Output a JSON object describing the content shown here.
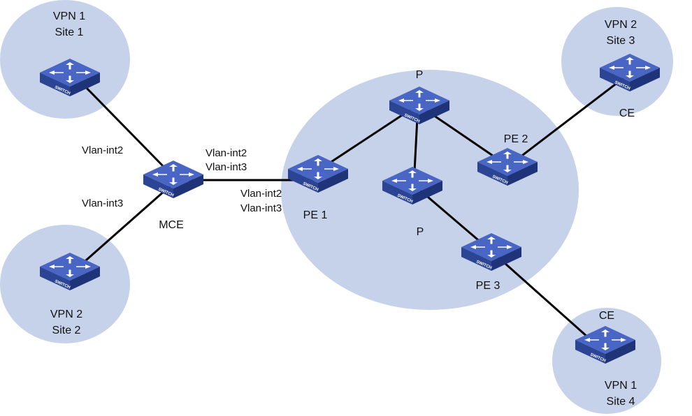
{
  "colors": {
    "region_fill": "#c5d2ea",
    "switch_top": "#4a66c4",
    "switch_front": "#2c4494",
    "switch_side": "#1f3478",
    "link": "#000000"
  },
  "icon": "network-switch-icon",
  "switch_text": "SWITCH",
  "regions": {
    "vpn1_site1": {
      "line1": "VPN 1",
      "line2": "Site 1"
    },
    "vpn2_site2": {
      "line1": "VPN 2",
      "line2": "Site 2"
    },
    "vpn2_site3": {
      "line1": "VPN 2",
      "line2": "Site 3"
    },
    "vpn1_site4": {
      "line1": "VPN 1",
      "line2": "Site 4"
    }
  },
  "devices": {
    "mce": "MCE",
    "pe1": "PE 1",
    "pe2": "PE 2",
    "pe3": "PE 3",
    "p_top": "P",
    "p_mid": "P",
    "ce_site3": "CE",
    "ce_site4": "CE"
  },
  "interfaces": {
    "mce_site1": "Vlan-int2",
    "mce_site2": "Vlan-int3",
    "mce_pe1_a": "Vlan-int2",
    "mce_pe1_b": "Vlan-int3",
    "pe1_mce_a": "Vlan-int2",
    "pe1_mce_b": "Vlan-int3"
  }
}
